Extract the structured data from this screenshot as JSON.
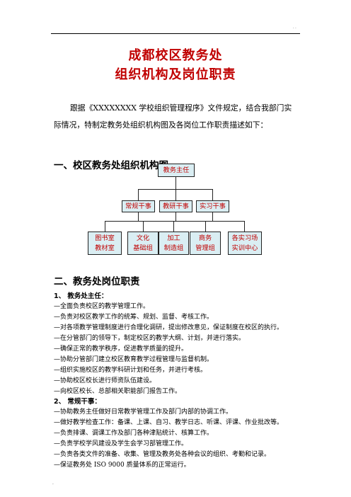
{
  "header_mark": ". .",
  "footer_mark": "-",
  "title": {
    "line1": "成都校区教务处",
    "line2": "组织机构及岗位职责"
  },
  "intro": "跟据《XXXXXXXX 学校组织管理程序》文件规定，结合我部门实际情况，特制定教务处组织机构图及各岗位工作职责描述如下：",
  "section1": {
    "heading": "一、校区教务处组织机构图"
  },
  "org_chart": {
    "top": "教务主任",
    "middle": [
      "常规干事",
      "教研干事",
      "实习干事"
    ],
    "bottom": [
      {
        "line1": "图书室",
        "line2": "教材室"
      },
      {
        "line1": "文化",
        "line2": "基础组"
      },
      {
        "line1": "加工",
        "line2": "制造组"
      },
      {
        "line1": "商务",
        "line2": "管理组"
      },
      {
        "line1": "各实习场",
        "line2": "实训中心"
      }
    ]
  },
  "section2": {
    "heading": "二、教务处岗位职责",
    "roles": [
      {
        "title": "1、  教务处主任：",
        "duties": [
          "—全面负责校区的教学管理工作。",
          "—负责对校区教学工作的统筹、规划、监督、考核工作。",
          "—对各项教学管理制度进行合理化调研，提出修改意见，保证制度在校区的执行。",
          "—在分管部门的领导下，制定校区的教学大纲、计划，并进行落实。",
          "—确保正常的教学秩序，促进教学质量的提升。",
          "—协助分管部门建立校区教育教学过程管理与监督机制。",
          "—组织实施校区的教学科研计划和任务，并进行考核。",
          "—协助校区校长进行师资队伍建设。",
          "—向校区校长、总部相关职能部门报告工作。"
        ]
      },
      {
        "title": "2、  常规干事：",
        "duties": [
          "—协助教务主任做好日常教学管理工作及部门内部的协调工作。",
          "—做好教学检查工作：备课、上课、自习、教学日志、听课、评课、作业批改等。",
          "—负责排课、调课工作及部门各种津贴统计、核算工作。",
          "—负责学校学风建设及学生会学习部管理工作。",
          "—负责各类文件的准备、收集、管理及教务处各种会议的组织、考勤和记录。",
          "—保证教务处 ISO 9000 质量体系的正常运行。"
        ]
      }
    ]
  }
}
